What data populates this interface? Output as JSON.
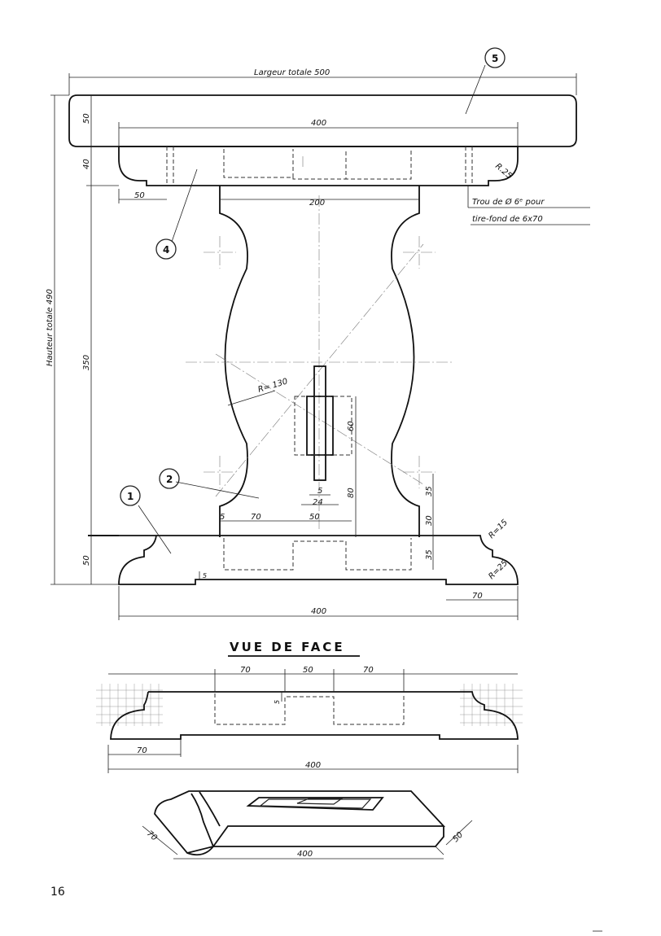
{
  "title": "VUE DE FACE",
  "page_number": "16",
  "parts": {
    "p1": "1",
    "p2": "2",
    "p4": "4",
    "p5": "5"
  },
  "dims": {
    "total_width": "Largeur totale 500",
    "total_height": "Hauteur totale 490",
    "top_thickness": "50",
    "rail_width": "400",
    "rail_height": "40",
    "rail_end": "50",
    "column_top": "200",
    "rail_radius": "R.25",
    "column_height": "350",
    "arc_radius": "R= 130",
    "tenon_60": "60",
    "tenon_80": "80",
    "tenon_5": "5",
    "tenon_24": "24",
    "col_offset_5": "5",
    "base_70": "70",
    "base_50": "50",
    "right_35a": "35",
    "right_30": "30",
    "right_35b": "35",
    "r15": "R=15",
    "r25": "R=25",
    "base_height": "50",
    "base_recess": "5",
    "base_width": "400",
    "base_foot": "70"
  },
  "note": {
    "line1": "Trou de Ø 6ᵉ pour",
    "line2": "tire-fond de 6x70"
  },
  "detail": {
    "m70a": "70",
    "m50": "50",
    "m70b": "70",
    "depth5": "5",
    "foot70": "70",
    "width400": "400"
  },
  "iso": {
    "depth70": "70",
    "width400": "400",
    "height50": "50"
  }
}
